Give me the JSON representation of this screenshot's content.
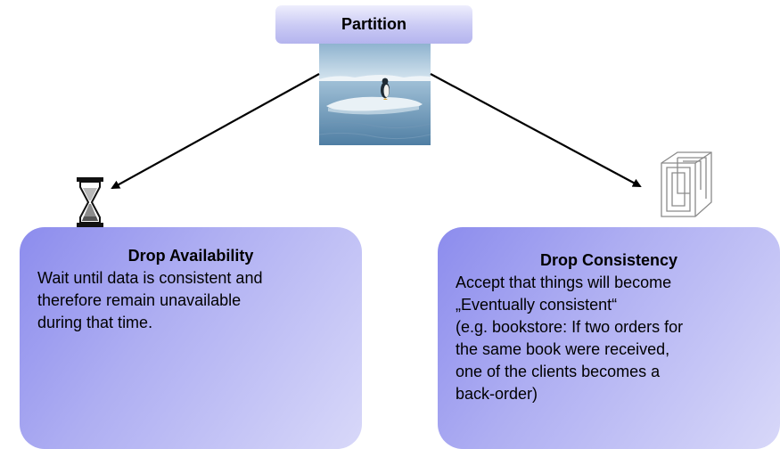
{
  "partition": {
    "label": "Partition"
  },
  "left": {
    "title": "Drop Availability",
    "body": "Wait until data is consistent and\ntherefore remain unavailable\nduring that time."
  },
  "right": {
    "title": "Drop Consistency",
    "body": "Accept that things will become\n„Eventually consistent“\n(e.g. bookstore: If two orders for\nthe same book were received,\none of the clients becomes a\nback-order)"
  },
  "icons": {
    "center": "penguin-on-ice-photo",
    "left": "hourglass-icon",
    "right": "impossible-cube-icon"
  },
  "colors": {
    "box_gradient_start": "#8c8ced",
    "box_gradient_end": "#d8d8f9",
    "partition_fill": "#c9c9f4"
  }
}
